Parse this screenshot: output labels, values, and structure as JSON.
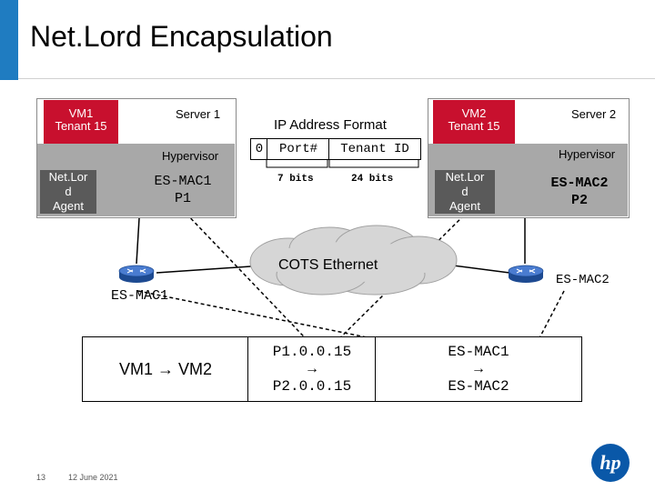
{
  "title": "Net.Lord Encapsulation",
  "server1": {
    "vm_label": "VM1\nTenant 15",
    "server_label": "Server 1",
    "hypervisor_label": "Hypervisor",
    "agent_label": "Net.Lor\nd\nAgent",
    "es_mac": "ES-MAC1\nP1"
  },
  "server2": {
    "vm_label": "VM2\nTenant 15",
    "server_label": "Server 2",
    "hypervisor_label": "Hypervisor",
    "agent_label": "Net.Lor\nd\nAgent",
    "es_mac": "ES-MAC2\nP2"
  },
  "ip_format": {
    "title": "IP Address Format",
    "fields": [
      "0",
      "Port#",
      "Tenant ID"
    ],
    "bits": [
      "7 bits",
      "24 bits"
    ]
  },
  "network": {
    "cloud_label": "COTS Ethernet",
    "left_switch_label": "ES-MAC1",
    "right_switch_label": "ES-MAC2"
  },
  "packet_steps": {
    "step1": "VM1 → VM2",
    "step2": "P1.0.0.15\n→\nP2.0.0.15",
    "step3": "ES-MAC1\n→\nES-MAC2"
  },
  "footer": {
    "slide_number": "13",
    "date": "12 June 2021",
    "logo_text": "hp"
  },
  "colors": {
    "accent_blue": "#1f7cc1",
    "vm_red": "#c8102e",
    "agent_gray": "#5a5a5a",
    "hypervisor_gray": "#a8a8a8",
    "switch_blue": "#2a5aa8"
  }
}
